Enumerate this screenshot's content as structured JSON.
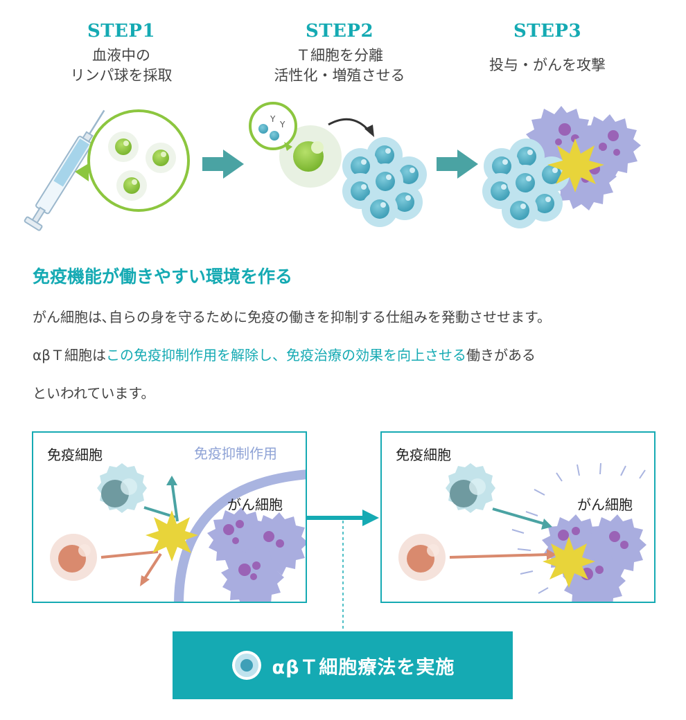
{
  "steps": [
    {
      "label": "STEP1",
      "line1": "血液中の",
      "line2": "リンパ球を採取"
    },
    {
      "label": "STEP2",
      "line1": "Ｔ細胞を分離",
      "line2": "活性化・増殖させる"
    },
    {
      "label": "STEP3",
      "line1": "投与・がんを攻撃",
      "line2": ""
    }
  ],
  "heading": "免疫機能が働きやすい環境を作る",
  "paragraph": {
    "line1": "がん細胞は､自らの身を守るために免疫の働きを抑制する仕組みを発動させせます。",
    "line2_a": "αβＴ細胞は",
    "line2_b": "この免疫抑制作用を解除し、免疫治療の効果を向上させる",
    "line2_c": "働きがある",
    "line3": "といわれています。"
  },
  "panel_left": {
    "immune": "免疫細胞",
    "suppression": "免疫抑制作用",
    "cancer": "がん細胞"
  },
  "panel_right": {
    "immune": "免疫細胞",
    "cancer": "がん細胞"
  },
  "banner": {
    "text": "αβＴ細胞療法を実施"
  },
  "colors": {
    "accent": "#15aab3",
    "green": "#8cc63f",
    "cell_blue": "#56b3c7",
    "cancer_purple": "#a9addf",
    "warm": "#d98a6e",
    "burst": "#e8d43a"
  }
}
